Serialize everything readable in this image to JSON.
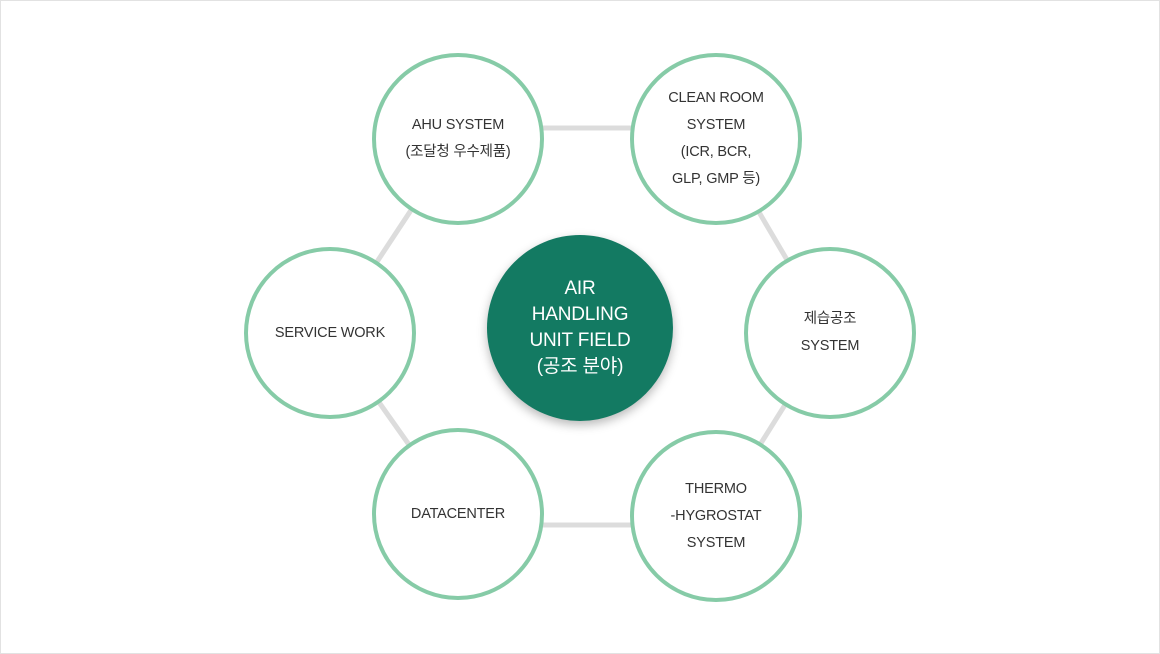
{
  "colors": {
    "center_fill": "#137a62",
    "node_border": "#86cba7",
    "connector": "#dcdcdc",
    "node_text": "#333333"
  },
  "center": {
    "lines": [
      "AIR",
      "HANDLING",
      "UNIT FIELD",
      "(공조 분야)"
    ]
  },
  "nodes": {
    "ahu": {
      "lines": [
        "AHU SYSTEM",
        "(조달청 우수제품)"
      ]
    },
    "clean_room": {
      "lines": [
        "CLEAN ROOM",
        "SYSTEM",
        "(ICR, BCR,",
        "GLP, GMP 등)"
      ]
    },
    "dehumidify": {
      "lines": [
        "제습공조",
        "SYSTEM"
      ]
    },
    "thermo": {
      "lines": [
        "THERMO",
        "-HYGROSTAT",
        "SYSTEM"
      ]
    },
    "datacenter": {
      "lines": [
        "DATACENTER"
      ]
    },
    "service": {
      "lines": [
        "SERVICE WORK"
      ]
    }
  }
}
